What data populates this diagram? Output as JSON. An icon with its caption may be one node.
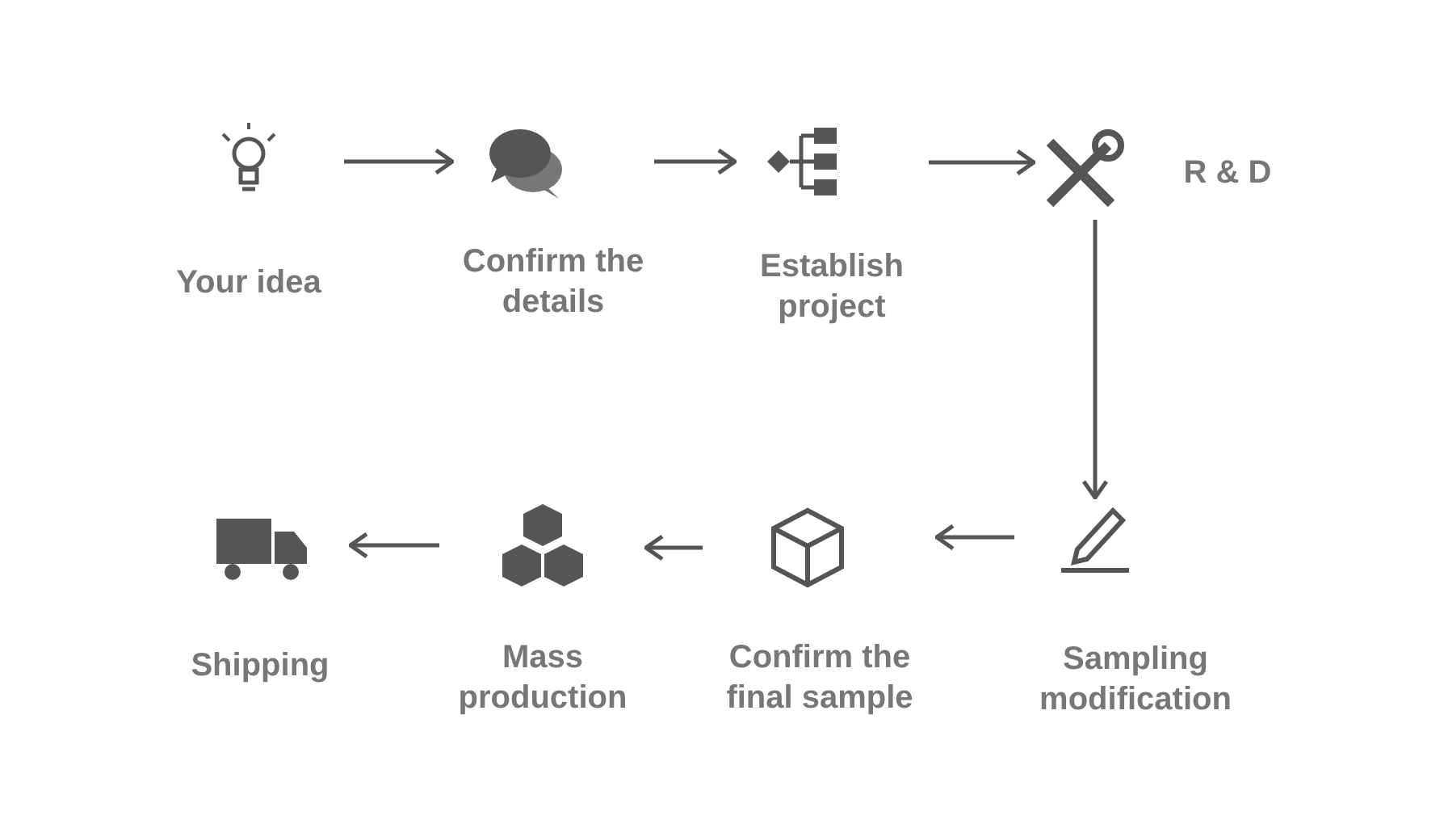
{
  "diagram": {
    "nodes": [
      {
        "text": [
          "Your idea"
        ]
      },
      {
        "text": [
          "Confirm the details"
        ]
      },
      {
        "text": [
          "Establish project"
        ]
      },
      {
        "text": [
          "R & D"
        ]
      },
      {
        "text": [
          "Sampling modification"
        ]
      },
      {
        "text": [
          "Confirm the final sample"
        ]
      },
      {
        "text": [
          "Mass production"
        ]
      },
      {
        "text": [
          "Shipping"
        ]
      }
    ],
    "edges": [
      {
        "from": 0,
        "to": 1,
        "arrow": "to"
      },
      {
        "from": 1,
        "to": 2,
        "arrow": "to"
      },
      {
        "from": 2,
        "to": 3,
        "arrow": "to"
      },
      {
        "from": 3,
        "to": 4,
        "arrow": "to"
      },
      {
        "from": 4,
        "to": 5,
        "arrow": "to"
      },
      {
        "from": 5,
        "to": 6,
        "arrow": "to"
      },
      {
        "from": 6,
        "to": 7,
        "arrow": "to"
      }
    ]
  }
}
